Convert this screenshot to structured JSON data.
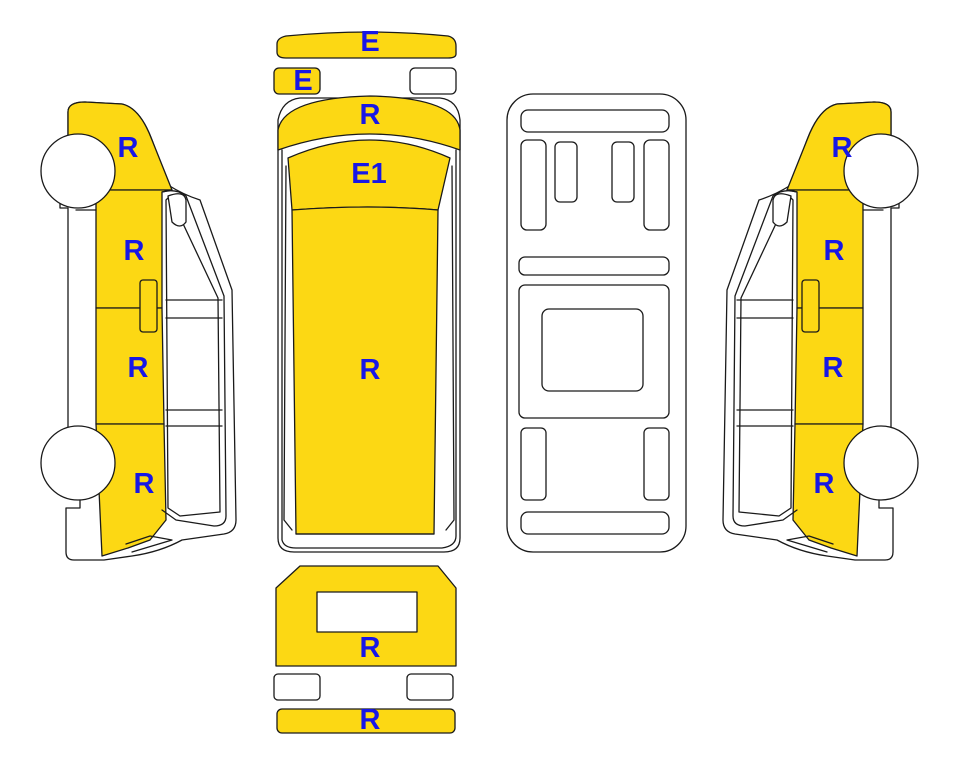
{
  "colors": {
    "highlight": "#fcd814",
    "label": "#1717e6",
    "outline": "#1a1a1a",
    "background": "#ffffff"
  },
  "labels": {
    "front_bumper": "E",
    "left_headlight": "E",
    "hood": "R",
    "windshield": "E1",
    "roof": "R",
    "rear_door": "R",
    "rear_bumper": "R",
    "left_side_front_fender": "R",
    "left_side_front_door": "R",
    "left_side_sliding_door": "R",
    "left_side_rear_panel": "R",
    "right_side_front_fender": "R",
    "right_side_front_door": "R",
    "right_side_sliding_door": "R",
    "right_side_rear_panel": "R"
  }
}
